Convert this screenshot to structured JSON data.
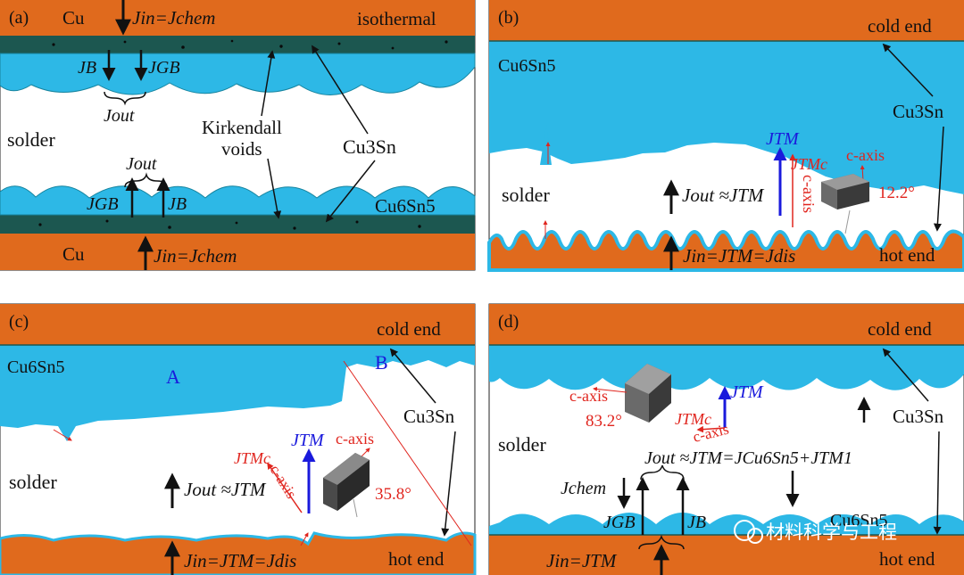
{
  "colors": {
    "copper": "#e06a1d",
    "imc_cu6sn5": "#2db8e6",
    "imc_cu3sn": "#1c5750",
    "blue_label": "#1a1adc",
    "red_label": "#e0251e"
  },
  "panels": {
    "a": {
      "label": "(a)",
      "cu_top": "Cu",
      "cu_bottom": "Cu",
      "condition": "isothermal",
      "solder": "solder",
      "kirkendall": [
        "Kirkendall",
        "voids"
      ],
      "cu3sn": "Cu3Sn",
      "cu6sn5": "Cu6Sn5",
      "flux_in_top": "Jin=Jchem",
      "flux_in_bottom": "Jin=Jchem",
      "jb_top": "JB",
      "jgb_top": "JGB",
      "jout_top": "Jout",
      "jout_bottom": "Jout",
      "jgb_bottom": "JGB",
      "jb_bottom": "JB"
    },
    "b": {
      "label": "(b)",
      "cold": "cold end",
      "hot": "hot end",
      "cu6sn5": "Cu6Sn5",
      "cu3sn": "Cu3Sn",
      "solder": "solder",
      "jtm": "JTM",
      "jtmc": "JTMc",
      "caxis_vertical": "c-axis",
      "caxis_top": "c-axis",
      "angle": "12.2°",
      "jout_approx": "Jout ≈JTM",
      "flux_in": "Jin=JTM=Jdis"
    },
    "c": {
      "label": "(c)",
      "cold": "cold end",
      "hot": "hot end",
      "cu6sn5": "Cu6Sn5",
      "grain_a": "A",
      "grain_b": "B",
      "cu3sn": "Cu3Sn",
      "solder": "solder",
      "jtm": "JTM",
      "jtmc": "JTMc",
      "caxis_diag": "c-axis",
      "caxis_top": "c-axis",
      "angle": "35.8°",
      "jout_approx": "Jout ≈JTM",
      "flux_in": "Jin=JTM=Jdis"
    },
    "d": {
      "label": "(d)",
      "cold": "cold end",
      "hot": "hot end",
      "cu3sn": "Cu3Sn",
      "solder": "solder",
      "caxis_left": "c-axis",
      "angle": "83.2°",
      "jtm": "JTM",
      "jtmc": "JTMc",
      "caxis_small": "c-axis",
      "jout_eq": "Jout ≈JTM=JCu6Sn5+JTM1",
      "jchem": "Jchem",
      "jgb": "JGB",
      "jb": "JB",
      "cu6sn5": "Cu6Sn5",
      "flux_in": "Jin=JTM"
    }
  },
  "watermark": "材料科学与工程"
}
